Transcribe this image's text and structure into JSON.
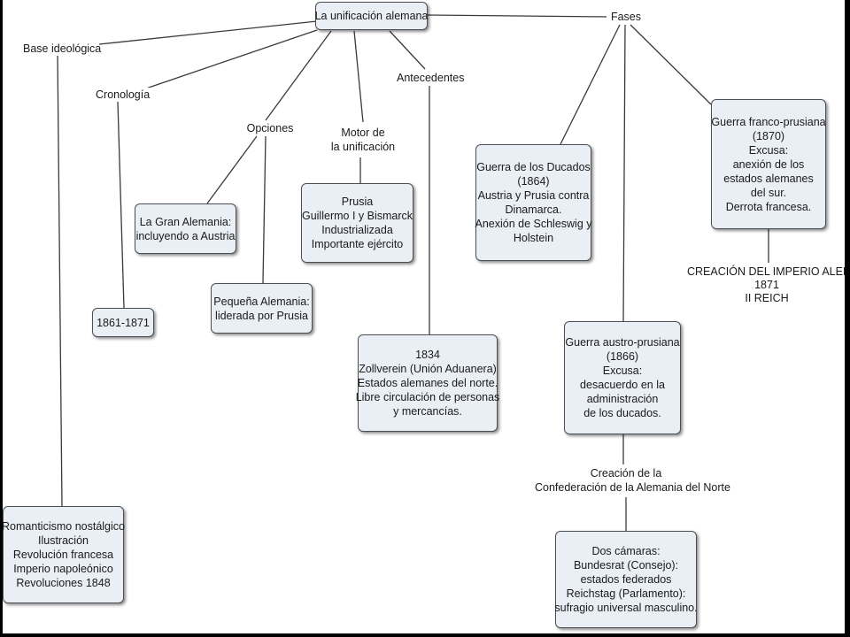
{
  "root": "La unificación alemana",
  "links": {
    "base": "Base ideológica",
    "crono": "Cronología",
    "opciones": "Opciones",
    "motor": [
      "Motor de",
      "la unificación"
    ],
    "antecedentes": "Antecedentes",
    "fases": "Fases",
    "creacion_conf": [
      "Creación de la",
      "Confederación de la Alemania del Norte"
    ]
  },
  "nodes": {
    "gran_alemania": [
      "La Gran Alemania:",
      "incluyendo a Austria"
    ],
    "pequena_alemania": [
      "Pequeña Alemania:",
      "liderada por Prusia"
    ],
    "crono_dates": [
      "1861-1871"
    ],
    "prusia": [
      "Prusia",
      "Guillermo I y Bismarck",
      "Industrializada",
      "Importante ejército"
    ],
    "zollverein": [
      "1834",
      "Zollverein (Unión Aduanera)",
      "Estados alemanes del norte.",
      "Libre circulación de personas",
      "y mercancías."
    ],
    "ducados": [
      "Guerra de los Ducados",
      "(1864)",
      "Austria y Prusia contra",
      "Dinamarca.",
      "Anexión de Schleswig y",
      "Holstein"
    ],
    "franco": [
      "Guerra franco-prusiana",
      "(1870)",
      "Excusa:",
      "anexión de los",
      "estados alemanes",
      "del sur.",
      "Derrota francesa."
    ],
    "austro": [
      "Guerra austro-prusiana",
      "(1866)",
      "Excusa:",
      "desacuerdo en la",
      "administración",
      "de los ducados."
    ],
    "camaras": [
      "Dos cámaras:",
      "Bundesrat (Consejo):",
      "estados federados",
      "Reichstag (Parlamento):",
      "sufragio universal masculino."
    ],
    "romanticismo": [
      "Romanticismo nostálgico",
      "Ilustración",
      "Revolución francesa",
      "Imperio napoleónico",
      "Revoluciones 1848"
    ]
  },
  "imperio": [
    "CREACIÓN DEL IMPERIO ALEMÁN",
    "1871",
    "II REICH"
  ]
}
